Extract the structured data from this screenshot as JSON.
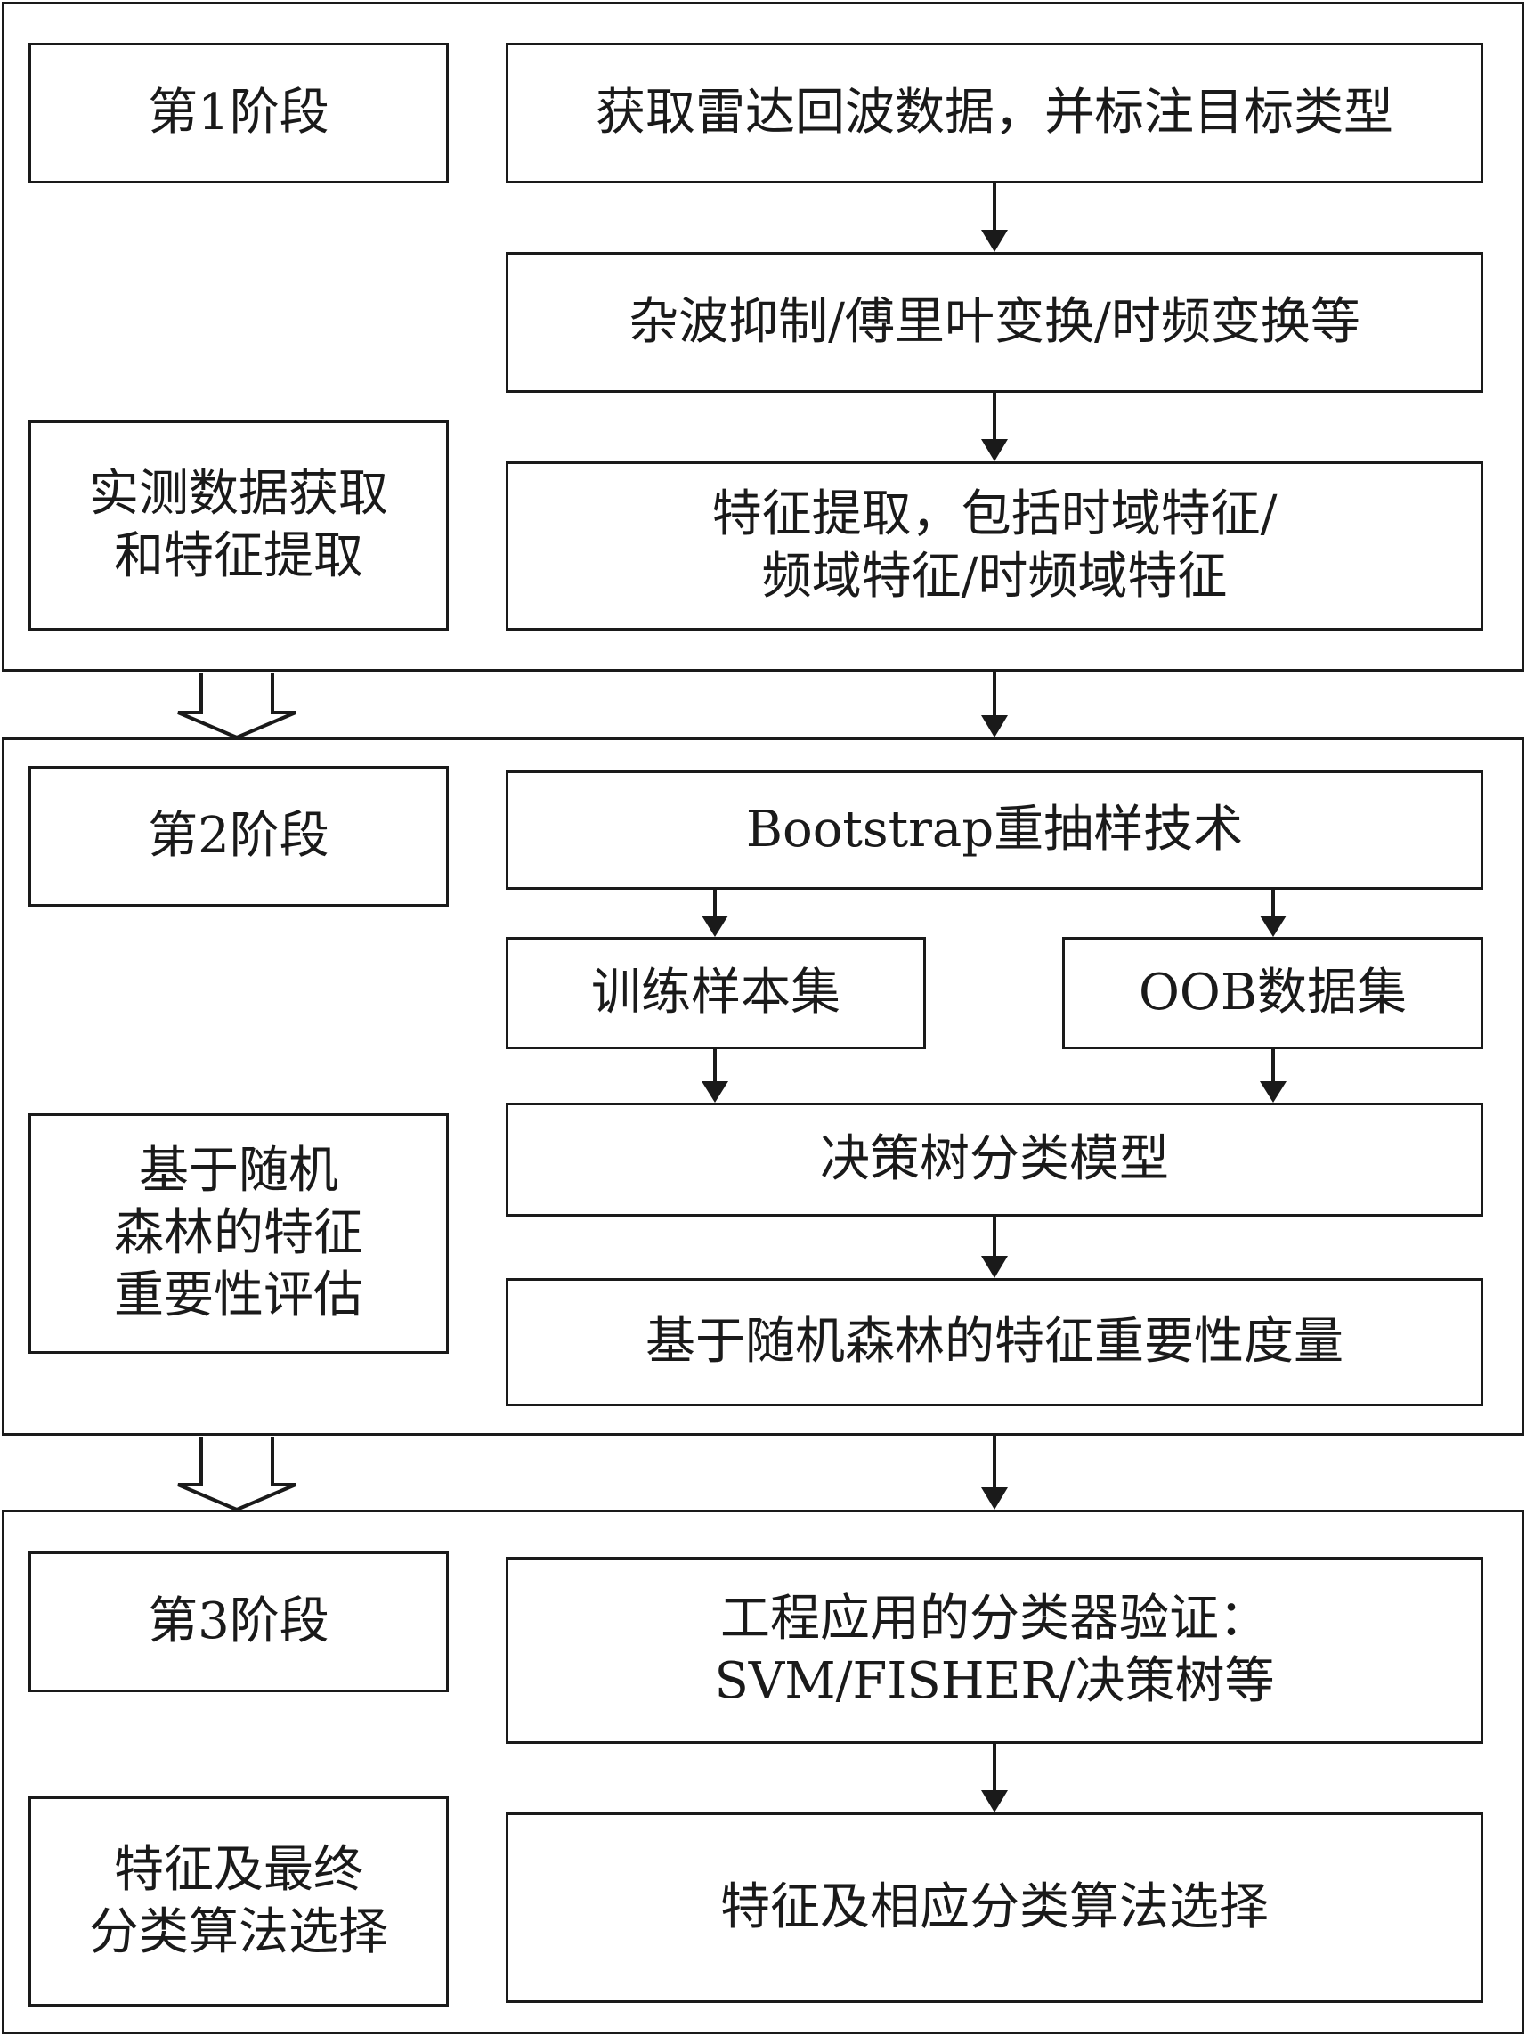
{
  "stage1": {
    "label": "第1阶段",
    "title": "实测数据获取\n和特征提取",
    "steps": [
      "获取雷达回波数据，并标注目标类型",
      "杂波抑制/傅里叶变换/时频变换等",
      "特征提取，包括时域特征/\n频域特征/时频域特征"
    ]
  },
  "stage2": {
    "label": "第2阶段",
    "title": "基于随机\n森林的特征\n重要性评估",
    "bootstrap": "Bootstrap重抽样技术",
    "train_set": "训练样本集",
    "oob_set": "OOB数据集",
    "decision_tree": "决策树分类模型",
    "importance": "基于随机森林的特征重要性度量"
  },
  "stage3": {
    "label": "第3阶段",
    "title": "特征及最终\n分类算法选择",
    "validation": "工程应用的分类器验证：\nSVM/FISHER/决策树等",
    "selection": "特征及相应分类算法选择"
  }
}
